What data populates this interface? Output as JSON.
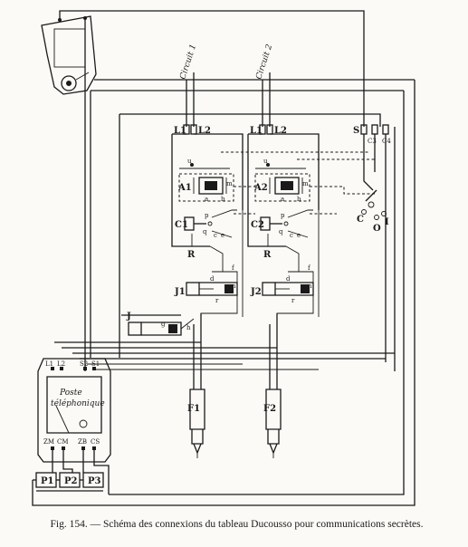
{
  "figure": {
    "caption": "Fig. 154. — Schéma des connexions du tableau Ducousso pour communications secrètes.",
    "circuit_labels": [
      "Circuit 1",
      "Circuit 2"
    ],
    "line_terminals": [
      [
        "L1",
        "L2"
      ],
      [
        "L1",
        "L2"
      ]
    ],
    "annunciators": [
      "A1",
      "A2"
    ],
    "cutoff_keys": [
      "C1",
      "C2"
    ],
    "plug_keys": [
      "R",
      "R"
    ],
    "jacks": [
      "J1",
      "J2"
    ],
    "cords": [
      "F1",
      "F2"
    ],
    "operator_jack": "J",
    "right_terminals": [
      "S",
      "C3",
      "C4"
    ],
    "switch_labels": [
      "C",
      "O",
      "I"
    ],
    "contact_labels": [
      "u",
      "m",
      "a",
      "b",
      "c",
      "p",
      "q",
      "d",
      "e",
      "f",
      "g",
      "h",
      "n",
      "r"
    ],
    "phone_set": {
      "title_line1": "Poste",
      "title_line2": "téléphonique",
      "top_terminals": [
        "L1",
        "L2",
        "S2",
        "S1"
      ],
      "bottom_terminals": [
        "ZM",
        "CM",
        "ZB",
        "CS"
      ]
    },
    "batteries": [
      "P1",
      "P2",
      "P3"
    ]
  }
}
